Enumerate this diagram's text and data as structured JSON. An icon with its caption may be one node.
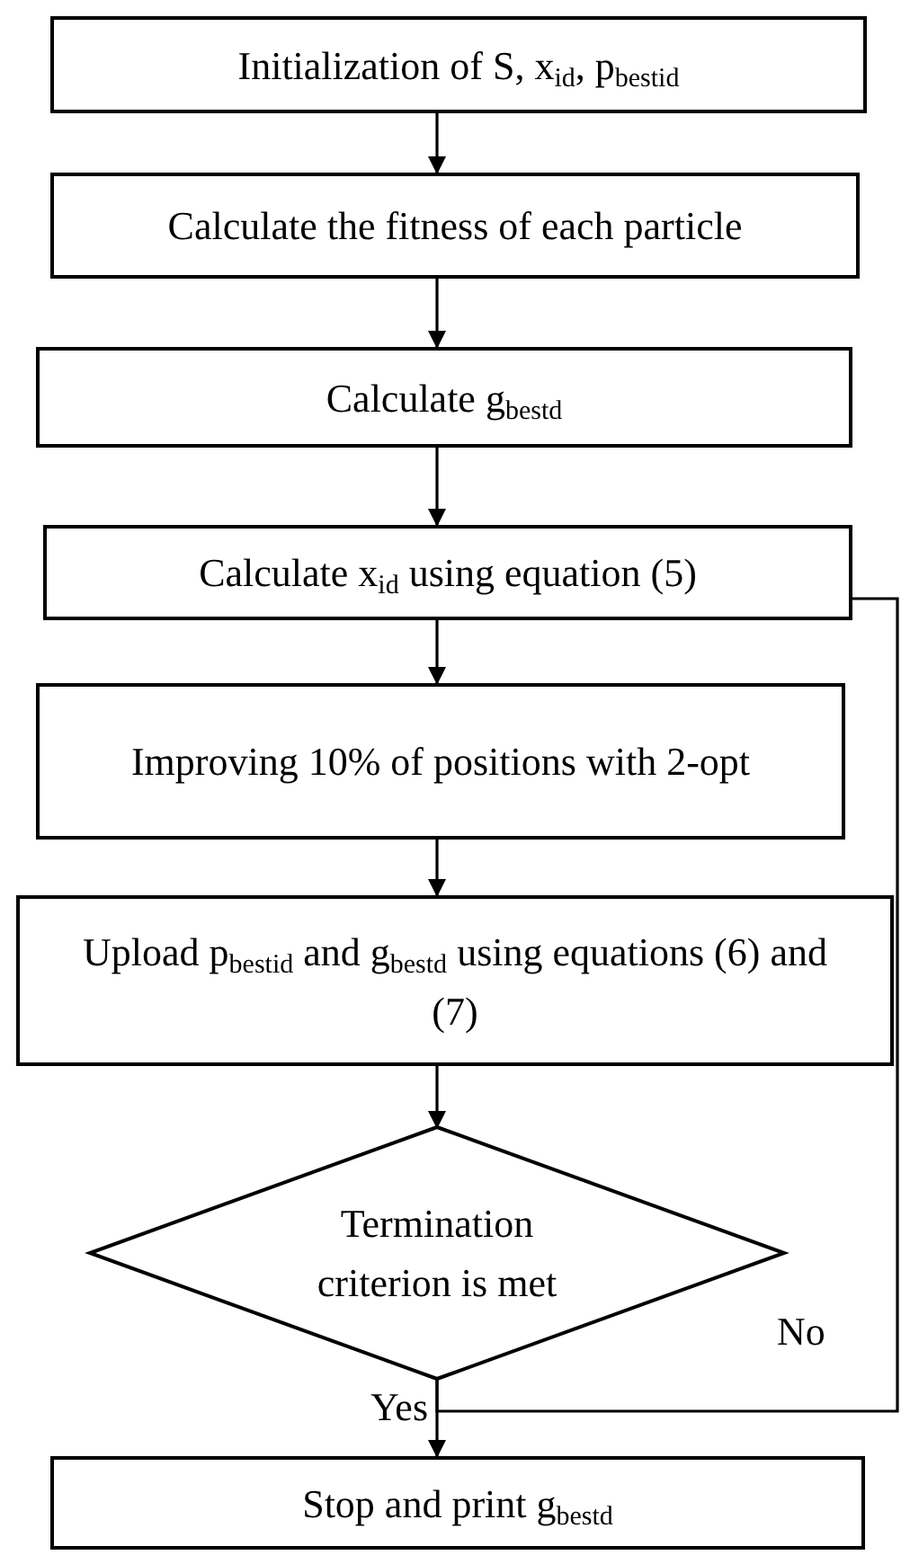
{
  "diagram": {
    "nodes": [
      {
        "text": [
          "Initialization of S, x$_{id}$, p$_{bestid}$"
        ]
      },
      {
        "text": [
          "Calculate the fitness of each particle"
        ]
      },
      {
        "text": [
          "Calculate g$_{bestd}$"
        ]
      },
      {
        "text": [
          "Calculate x$_{id}$  using equation (5)"
        ]
      },
      {
        "text": [
          "Improving 10% of positions with 2-opt"
        ]
      },
      {
        "text": [
          "Upload p$_{bestid}$ and g$_{bestd}$ using equations (6) and (7)"
        ]
      },
      {
        "text": [
          "Termination criterion is met"
        ]
      },
      {
        "text": [
          "Stop and print g$_{bestd}$"
        ]
      }
    ],
    "edges": [
      {
        "from": 0,
        "to": 1,
        "arrow": "to"
      },
      {
        "from": 1,
        "to": 2,
        "arrow": "to"
      },
      {
        "from": 2,
        "to": 3,
        "arrow": "to"
      },
      {
        "from": 3,
        "to": 4,
        "arrow": "to"
      },
      {
        "from": 4,
        "to": 5,
        "arrow": "to"
      },
      {
        "from": 5,
        "to": 6,
        "arrow": "to"
      },
      {
        "from": 6,
        "to": 7,
        "arrow": "to",
        "label": "Yes"
      },
      {
        "from": 6,
        "to": 3,
        "arrow": "none",
        "label": "No"
      }
    ]
  }
}
